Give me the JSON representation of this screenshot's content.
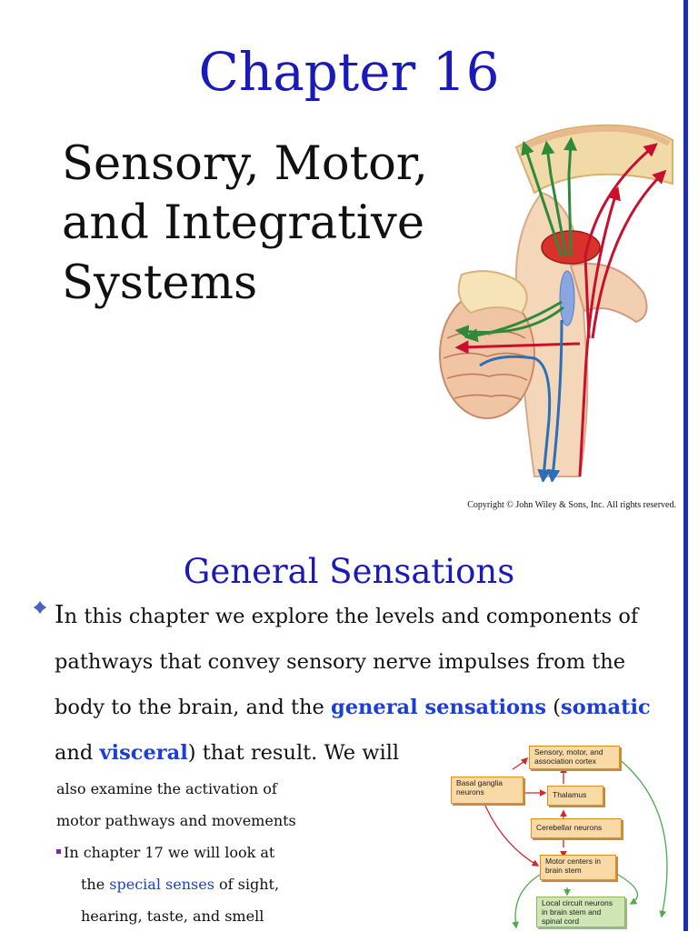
{
  "slide": {
    "title": "Chapter 16",
    "subtitle_lines": [
      "Sensory, Motor,",
      "and Integrative",
      "Systems"
    ],
    "copyright": "Copyright © John Wiley & Sons, Inc. All rights reserved."
  },
  "section": {
    "title": "General Sensations",
    "bullet_icon": "diamond-bullet-icon",
    "para_lines": [
      {
        "first_letter": "I",
        "text": "n this chapter we explore the levels and components of"
      },
      {
        "text": "pathways that convey sensory nerve impulses from the"
      },
      {
        "pre": "body to the brain, and the ",
        "kw1": "general sensations",
        "mid": " (",
        "kw2": "somatic",
        "post": ""
      },
      {
        "pre": "and ",
        "kw": "visceral",
        "post": ") that result.  We will"
      }
    ],
    "small_lines": [
      "also examine the  activation of",
      "motor pathways and movements",
      "In chapter 17 we will look at"
    ],
    "small_line4": {
      "pre": "the ",
      "kw": "special senses",
      "post": " of sight,"
    },
    "small_line5": "hearing, taste, and smell"
  },
  "diagram": {
    "boxes": {
      "cortex": "Sensory, motor, and association cortex",
      "basal": "Basal ganglia neurons",
      "thalamus": "Thalamus",
      "cerebellar": "Cerebellar neurons",
      "motor": "Motor centers in brain stem",
      "local": "Local circuit neurons in brain stem and spinal cord"
    }
  },
  "colors": {
    "title_blue": "#1a1ab8",
    "keyword_blue": "#1a3fd6",
    "rule_blue": "#1c2fb0",
    "box_orange": "#f9d9a6",
    "box_green": "#cfe5b4"
  }
}
